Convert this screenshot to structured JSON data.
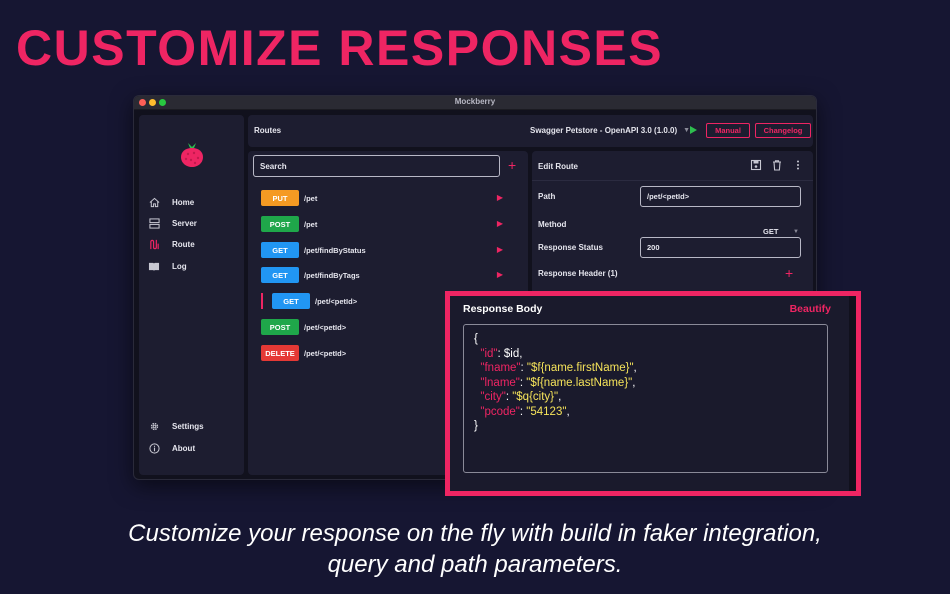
{
  "headline": "CUSTOMIZE RESPONSES",
  "caption": {
    "line1": "Customize your response on the fly with build in faker integration,",
    "line2": "query and path parameters."
  },
  "window": {
    "title": "Mockberry"
  },
  "sidebar": {
    "items": [
      {
        "label": "Home",
        "icon": "home-icon"
      },
      {
        "label": "Server",
        "icon": "server-icon"
      },
      {
        "label": "Route",
        "icon": "route-icon",
        "active": true
      },
      {
        "label": "Log",
        "icon": "log-icon"
      }
    ],
    "bottom": [
      {
        "label": "Settings",
        "icon": "gear-icon"
      },
      {
        "label": "About",
        "icon": "info-icon"
      }
    ]
  },
  "routes_header": {
    "title": "Routes",
    "api": "Swagger Petstore - OpenAPI 3.0 (1.0.0)",
    "manual_label": "Manual",
    "changelog_label": "Changelog"
  },
  "search": {
    "placeholder": "Search"
  },
  "routes": [
    {
      "method": "PUT",
      "path": "/pet",
      "color": "#f59a23"
    },
    {
      "method": "POST",
      "path": "/pet",
      "color": "#1fa74a"
    },
    {
      "method": "GET",
      "path": "/pet/findByStatus",
      "color": "#2196f3"
    },
    {
      "method": "GET",
      "path": "/pet/findByTags",
      "color": "#2196f3"
    },
    {
      "method": "GET",
      "path": "/pet/<petId>",
      "color": "#2196f3",
      "active": true
    },
    {
      "method": "POST",
      "path": "/pet/<petId>",
      "color": "#1fa74a"
    },
    {
      "method": "DELETE",
      "path": "/pet/<petId>",
      "color": "#e53935"
    }
  ],
  "edit_route": {
    "title": "Edit Route",
    "path_label": "Path",
    "path_value": "/pet/<petId>",
    "method_label": "Method",
    "method_value": "GET",
    "status_label": "Response Status",
    "status_value": "200",
    "header_label": "Response Header (1)"
  },
  "response_body": {
    "title": "Response Body",
    "beautify_label": "Beautify",
    "open_brace": "{",
    "close_brace": "}",
    "lines": [
      {
        "key": "\"id\"",
        "value": "$id",
        "value_type": "plain"
      },
      {
        "key": "\"fname\"",
        "value": "\"$f{name.firstName}\"",
        "value_type": "str"
      },
      {
        "key": "\"lname\"",
        "value": "\"$f{name.lastName}\"",
        "value_type": "str"
      },
      {
        "key": "\"city\"",
        "value": "\"$q{city}\"",
        "value_type": "str"
      },
      {
        "key": "\"pcode\"",
        "value": "\"54123\"",
        "value_type": "str"
      }
    ]
  },
  "colors": {
    "accent": "#ee2563",
    "background": "#161632",
    "panel": "#1d1d30"
  }
}
